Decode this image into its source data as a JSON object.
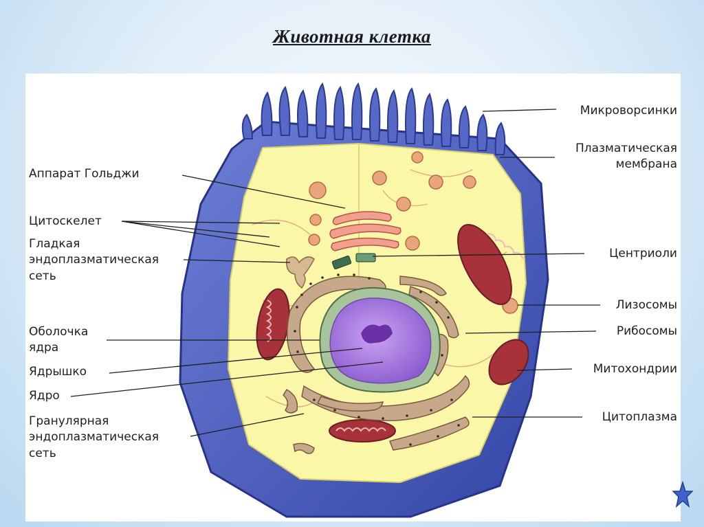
{
  "title": "Животная клетка",
  "labels": {
    "golgi": "Аппарат Гольджи",
    "cytoskeleton": "Цитоскелет",
    "smooth_er_1": "Гладкая",
    "smooth_er_2": "эндоплазматическая",
    "smooth_er_3": "сеть",
    "nuclear_envelope_1": "Оболочка",
    "nuclear_envelope_2": "ядра",
    "nucleolus": "Ядрышко",
    "nucleus": "Ядро",
    "rough_er_1": "Гранулярная",
    "rough_er_2": "эндоплазматическая",
    "rough_er_3": "сеть",
    "microvilli": "Микроворсинки",
    "plasma_membrane_1": "Плазматическая",
    "plasma_membrane_2": "мембрана",
    "centrioles": "Центриоли",
    "lysosomes": "Лизосомы",
    "ribosomes": "Рибосомы",
    "mitochondria": "Митохондрии",
    "cytoplasm": "Цитоплазма"
  },
  "colors": {
    "membrane_blue": "#4a5fbf",
    "membrane_dark": "#2e3f95",
    "cytoplasm_yellow": "#fbf7a8",
    "nucleus_purple": "#a77be0",
    "er_tan": "#c7a88a",
    "mitochondria_red": "#a8323a",
    "lysosome_orange": "#e9a57c"
  }
}
